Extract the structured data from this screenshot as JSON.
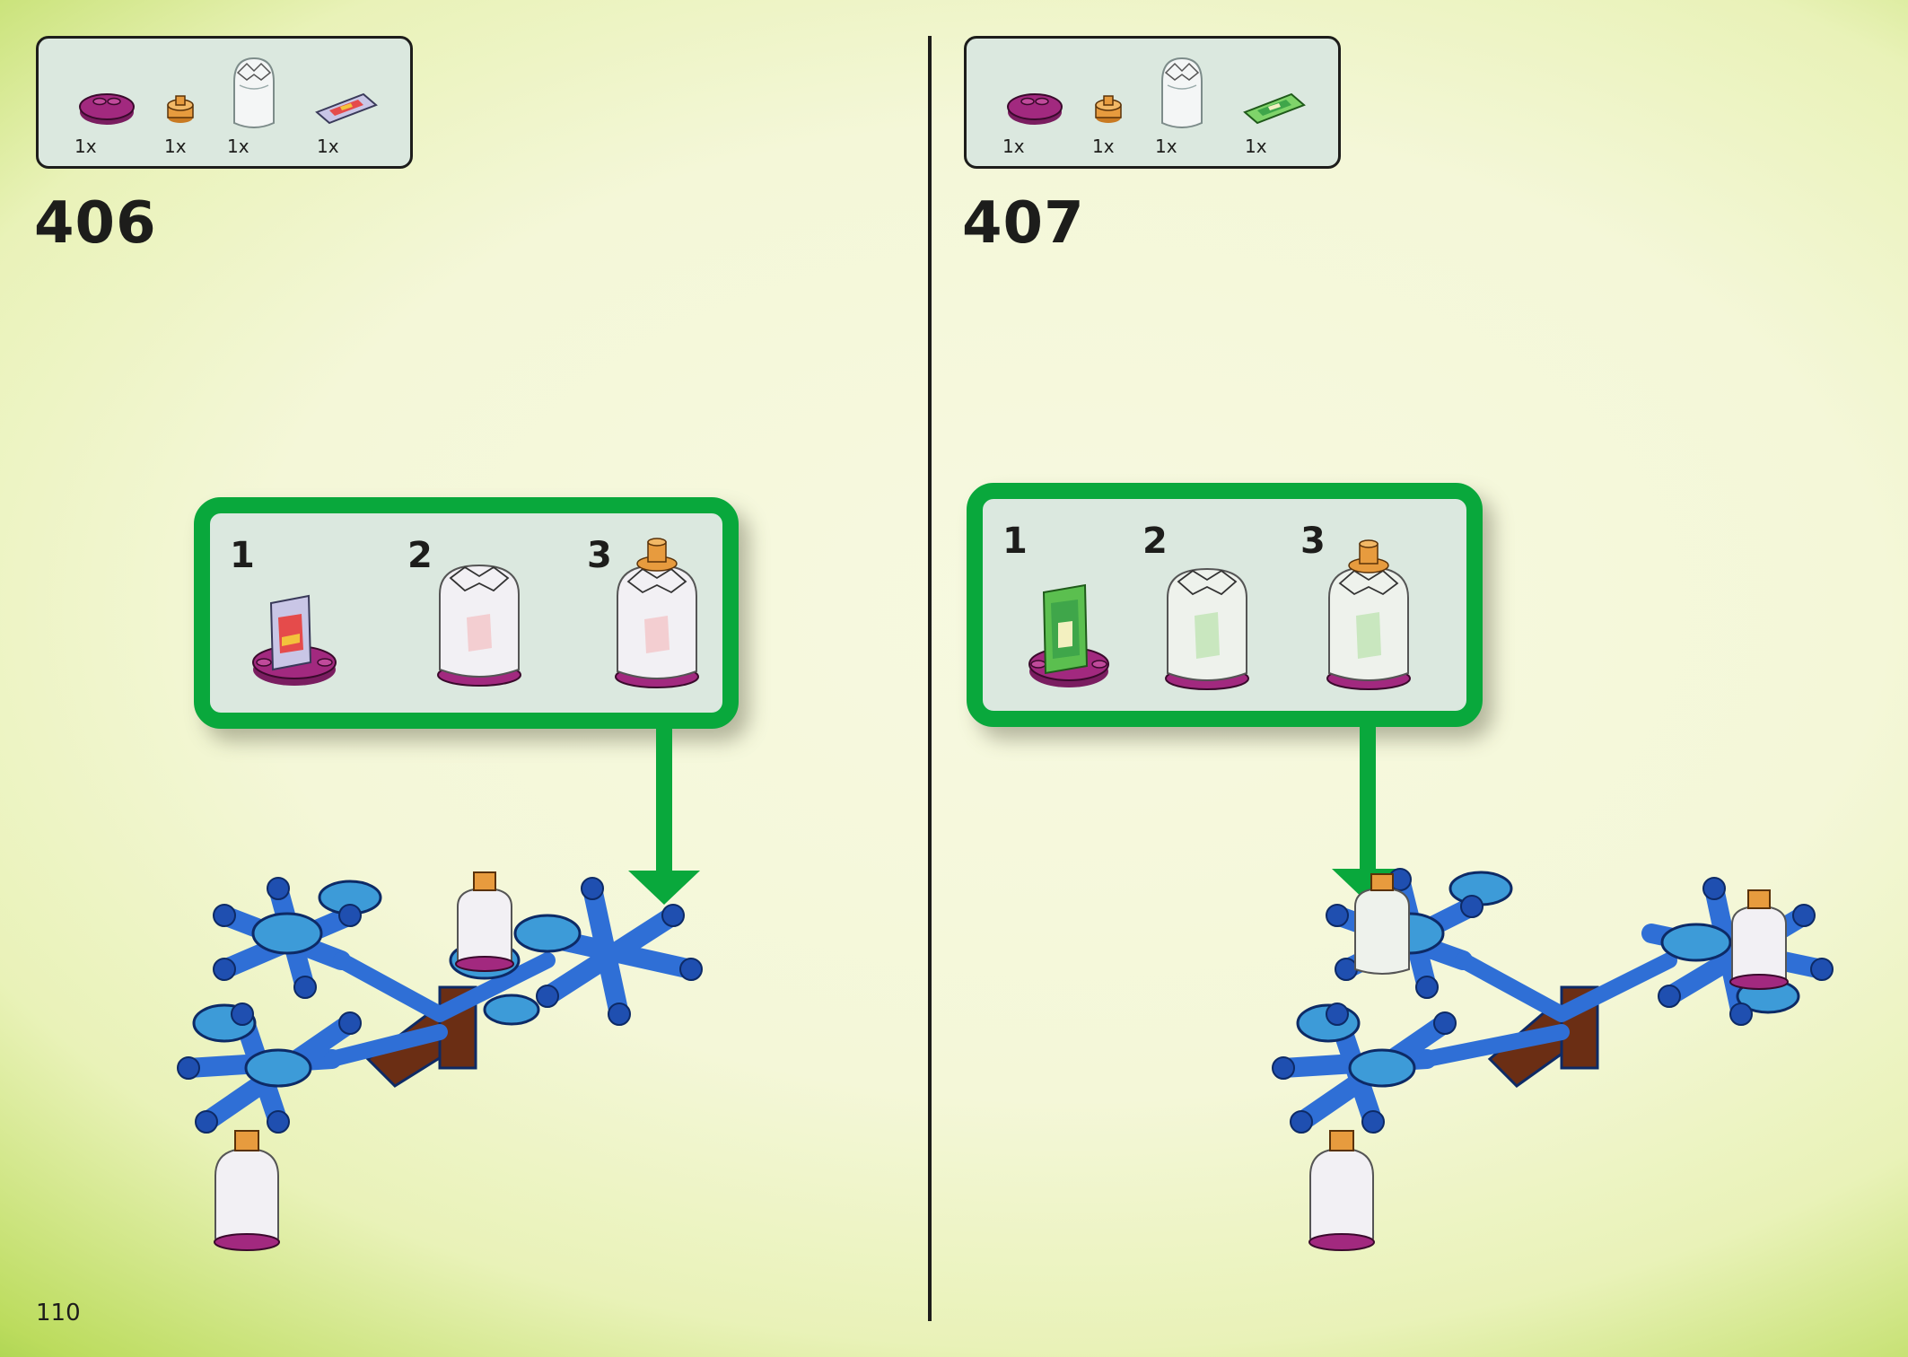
{
  "page": {
    "number": "110"
  },
  "colors": {
    "callout_green": "#09a83c",
    "panel_fill": "#dbe8df",
    "branch_blue": "#2f6fd6",
    "leaf_blue": "#3d9bd8",
    "trunk_brown": "#6b2e14",
    "magenta": "#a2297f",
    "orange": "#e79b3e"
  },
  "steps": [
    {
      "number": "406",
      "parts": [
        {
          "icon": "magenta-round-plate-icon",
          "qty": "1x"
        },
        {
          "icon": "orange-cone-piece-icon",
          "qty": "1x"
        },
        {
          "icon": "transparent-dome-icon",
          "qty": "1x"
        },
        {
          "icon": "printed-tile-pink-icon",
          "qty": "1x"
        }
      ],
      "substeps": [
        {
          "label": "1",
          "icon": "tile-on-plate-icon"
        },
        {
          "label": "2",
          "icon": "dome-on-plate-icon"
        },
        {
          "label": "3",
          "icon": "capped-dome-icon"
        }
      ]
    },
    {
      "number": "407",
      "parts": [
        {
          "icon": "magenta-round-plate-icon",
          "qty": "1x"
        },
        {
          "icon": "orange-cone-piece-icon",
          "qty": "1x"
        },
        {
          "icon": "transparent-dome-icon",
          "qty": "1x"
        },
        {
          "icon": "printed-tile-green-icon",
          "qty": "1x"
        }
      ],
      "substeps": [
        {
          "label": "1",
          "icon": "tile-on-plate-icon"
        },
        {
          "label": "2",
          "icon": "dome-on-plate-icon"
        },
        {
          "label": "3",
          "icon": "capped-dome-icon"
        }
      ]
    }
  ]
}
